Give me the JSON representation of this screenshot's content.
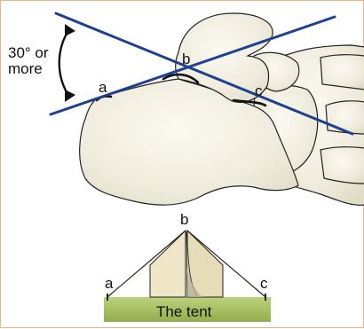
{
  "angle_label": {
    "line1": "30° or",
    "line2": "more"
  },
  "foot_points": {
    "a": "a",
    "b": "b",
    "c": "c"
  },
  "tent": {
    "apex": "b",
    "left_end": "a",
    "right_end": "c",
    "caption": "The tent"
  },
  "colors": {
    "frame": "#f4b183",
    "bone_fill": "#f5f2e6",
    "axis_line": "#1f3f8f",
    "ground": "#a8c060",
    "tent_canvas": "#efe6c8"
  }
}
